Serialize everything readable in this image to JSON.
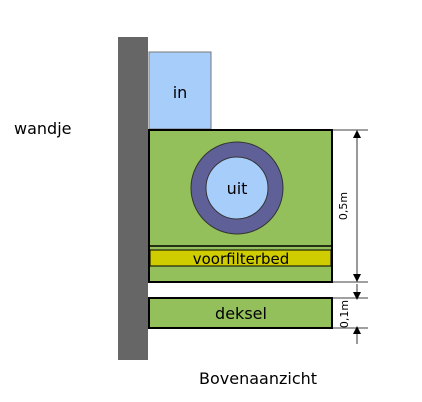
{
  "labels": {
    "wall": "wandje",
    "inlet": "in",
    "outlet": "uit",
    "prefilter_bed": "voorfilterbed",
    "lid": "deksel",
    "dimension_main": "0,5m",
    "dimension_lid": "0,1m",
    "view_title": "Bovenaanzicht"
  },
  "colors": {
    "wall": "#666666",
    "box_fill": "#94c05c",
    "inlet_fill": "#a7cdfb",
    "outlet_ring": "#606099",
    "outlet_core": "#a7cdfb",
    "prefilter_fill": "#cfcd00",
    "outline": "#000000"
  }
}
